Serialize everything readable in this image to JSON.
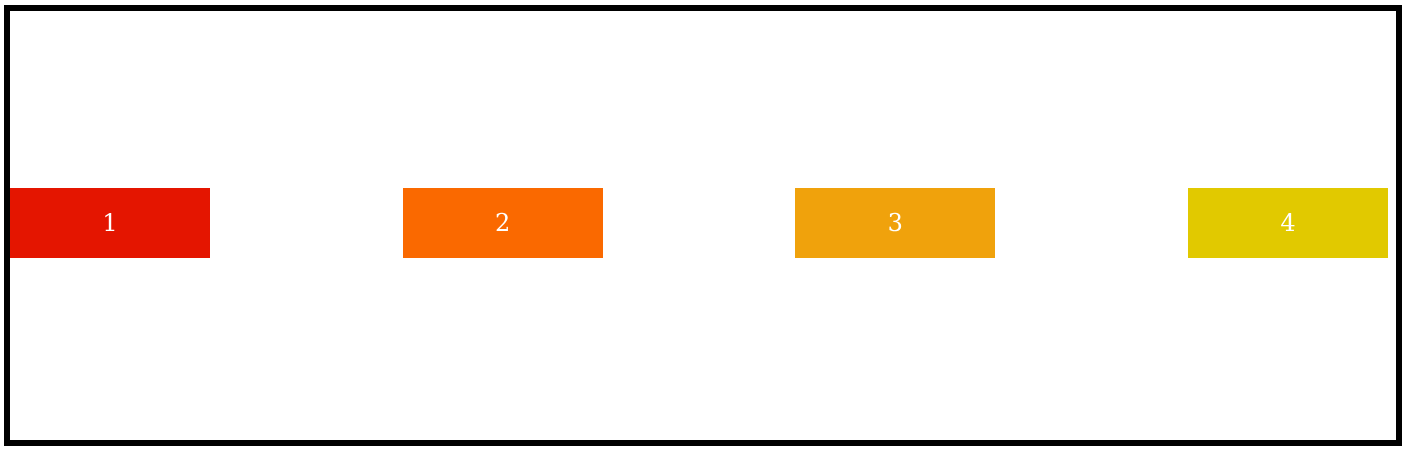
{
  "container": {
    "items": [
      {
        "label": "1",
        "color": "#e41500"
      },
      {
        "label": "2",
        "color": "#fa6900"
      },
      {
        "label": "3",
        "color": "#f0a20c"
      },
      {
        "label": "4",
        "color": "#e1c900"
      }
    ]
  }
}
